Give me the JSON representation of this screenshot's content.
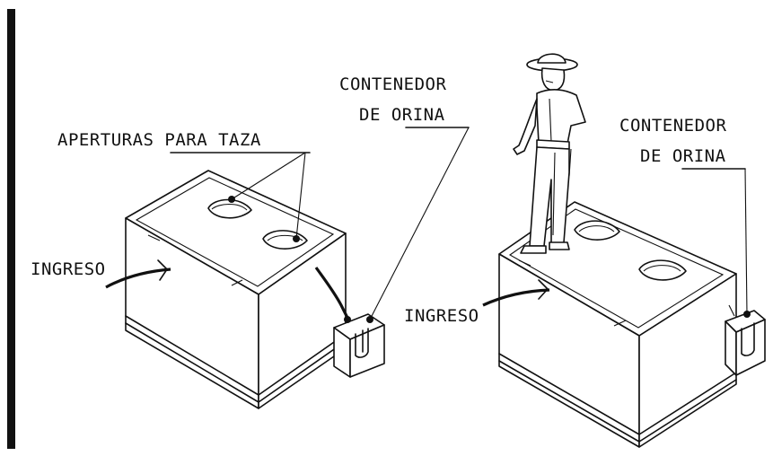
{
  "labels": {
    "apertures": "APERTURAS PARA TAZA",
    "urine_container_left": [
      "CONTENEDOR",
      "DE ORINA"
    ],
    "urine_container_right": [
      "CONTENEDOR",
      "DE ORINA"
    ],
    "inlet_left": "INGRESO",
    "inlet_right": "INGRESO"
  },
  "colors": {
    "ink": "#111111",
    "background": "#ffffff"
  }
}
